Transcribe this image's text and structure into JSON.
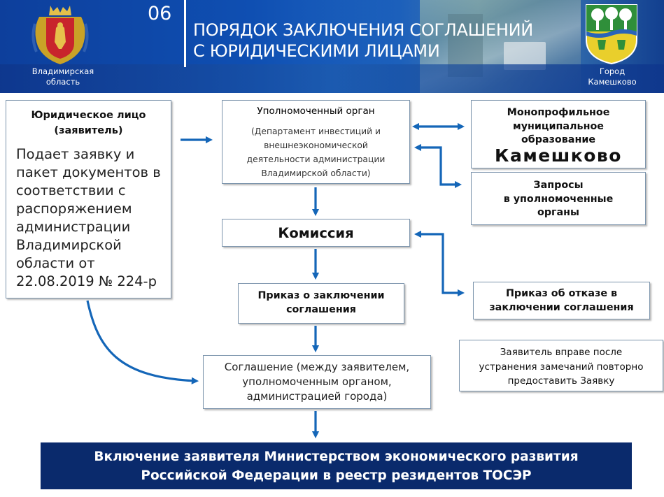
{
  "header": {
    "slide_number": "06",
    "title_line1": "ПОРЯДОК ЗАКЛЮЧЕНИЯ СОГЛАШЕНИЙ",
    "title_line2": "С ЮРИДИЧЕСКИМИ ЛИЦАМИ",
    "left_caption_line1": "Владимирская",
    "left_caption_line2": "область",
    "right_caption_line1": "Город",
    "right_caption_line2": "Камешково"
  },
  "applicant": {
    "title_line1": "Юридическое лицо",
    "title_line2": "(заявитель)",
    "body_lines": [
      "Подает заявку и",
      "пакет документов в",
      "соответствии с",
      "распоряжением",
      "администрации",
      "Владимирской",
      "области от",
      "22.08.2019 № 224-р"
    ]
  },
  "authority": {
    "title": "Уполномоченный орган",
    "body_lines": [
      "(Департамент инвестиций и",
      "внешнеэкономической",
      "деятельности администрации",
      "Владимирской области)"
    ]
  },
  "mono": {
    "lines": [
      "Монопрофильное",
      "муниципальное",
      "образование"
    ],
    "name": "Камешково"
  },
  "requests": {
    "lines": [
      "Запросы",
      "в уполномоченные",
      "органы"
    ]
  },
  "commission": {
    "title": "Комиссия"
  },
  "order_conclusion": {
    "lines": [
      "Приказ о заключении",
      "соглашения"
    ]
  },
  "order_refusal": {
    "lines": [
      "Приказ об отказе в",
      "заключении соглашения"
    ]
  },
  "note": {
    "lines": [
      "Заявитель вправе после",
      "устранения замечаний повторно",
      "предоставить Заявку"
    ]
  },
  "agreement": {
    "lines": [
      "Соглашение (между заявителем,",
      "уполномоченным органом,",
      "администрацией города)"
    ]
  },
  "final": {
    "lines": [
      "Включение заявителя Министерством экономического развития",
      "Российской Федерации в реестр резидентов ТОСЭР"
    ]
  },
  "colors": {
    "header_blue": "#0f4fb2",
    "arrow_blue": "#1466b8",
    "final_bg": "#0a2a6c",
    "box_border": "#7d95ad"
  },
  "icons": {
    "left_emblem": "vladimir-region-coat-of-arms",
    "right_emblem": "kameshkovo-coat-of-arms"
  }
}
